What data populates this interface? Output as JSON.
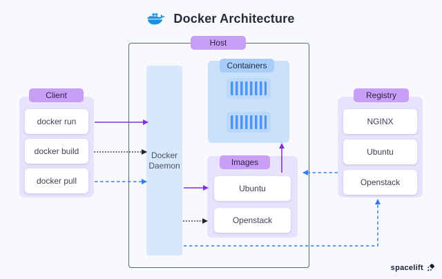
{
  "title": "Docker Architecture",
  "host": {
    "label": "Host"
  },
  "daemon": {
    "label": "Docker Daemon"
  },
  "containers": {
    "label": "Containers",
    "container_count": 2
  },
  "images": {
    "label": "Images",
    "items": [
      "Ubuntu",
      "Openstack"
    ]
  },
  "client": {
    "label": "Client",
    "items": [
      "docker run",
      "docker build",
      "docker pull"
    ]
  },
  "registry": {
    "label": "Registry",
    "items": [
      "NGINX",
      "Ubuntu",
      "Openstack"
    ]
  },
  "footer": {
    "brand": "spacelift"
  },
  "icons": {
    "header": "docker-whale-icon",
    "brand": "rocket-icon",
    "container": "shipping-container-icon"
  },
  "colors": {
    "badge_purple": "#c89ef6",
    "panel_lavender": "#e9e2fc",
    "panel_blue": "#cae1fb",
    "badge_blue": "#a8cdf9",
    "daemon_blue": "#d7e8fd",
    "arrow_purple": "#7e2ff0",
    "arrow_blue": "#2e7cf6",
    "arrow_black": "#1f2430",
    "docker_blue": "#1d8fe1",
    "brand_navy": "#171e3c",
    "background": "#f8f9fc"
  },
  "connections": [
    {
      "from": "docker run",
      "to": "Docker Daemon",
      "style": "solid",
      "color": "purple"
    },
    {
      "from": "docker build",
      "to": "Docker Daemon",
      "style": "dotted",
      "color": "black"
    },
    {
      "from": "docker pull",
      "to": "Docker Daemon",
      "style": "dashed",
      "color": "blue"
    },
    {
      "from": "Docker Daemon",
      "to": "Ubuntu image",
      "style": "solid",
      "color": "purple"
    },
    {
      "from": "Docker Daemon",
      "to": "Openstack image",
      "style": "dotted",
      "color": "black"
    },
    {
      "from": "Images",
      "to": "Containers",
      "style": "solid",
      "color": "purple"
    },
    {
      "from": "Registry",
      "to": "Images",
      "style": "dashed",
      "color": "blue"
    },
    {
      "from": "Docker Daemon",
      "to": "Registry Openstack",
      "style": "dashed",
      "color": "blue"
    }
  ]
}
